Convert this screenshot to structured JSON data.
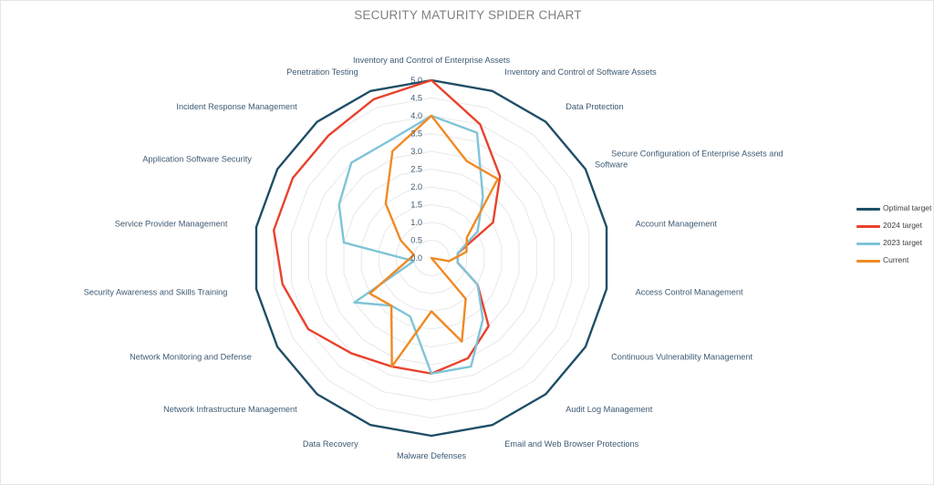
{
  "chart_title": "SECURITY MATURITY SPIDER CHART",
  "legend": {
    "position": "right",
    "items": [
      {
        "label": "Optimal target",
        "color": "#1F4E66"
      },
      {
        "label": "2024 target",
        "color": "#E8422C"
      },
      {
        "label": "2023 target",
        "color": "#7FC4D8"
      },
      {
        "label": "Current",
        "color": "#F08A24"
      }
    ]
  },
  "chart_data": {
    "type": "radar",
    "title": "SECURITY MATURITY SPIDER CHART",
    "xlabel": "",
    "ylabel": "",
    "rlim": [
      0,
      5
    ],
    "r_tick_step": 0.5,
    "grid": true,
    "r_ticks": [
      "0.0",
      "0.5",
      "1.0",
      "1.5",
      "2.0",
      "2.5",
      "3.0",
      "3.5",
      "4.0",
      "4.5",
      "5.0"
    ],
    "categories": [
      "Inventory and Control of Enterprise Assets",
      "Inventory and Control of Software Assets",
      "Data Protection",
      "Secure Configuration of Enterprise Assets and Software",
      "Account Management",
      "Access Control Management",
      "Continuous Vulnerability Management",
      "Audit Log Management",
      "Email and Web Browser Protections",
      "Malware Defenses",
      "Data Recovery",
      "Network Infrastructure Management",
      "Network Monitoring and Defense",
      "Security Awareness and Skills Training",
      "Service Provider Management",
      "Application Software Security",
      "Incident Response Management",
      "Penetration Testing"
    ],
    "series": [
      {
        "name": "Optimal target",
        "color": "#1F4E66",
        "values": [
          5,
          5,
          5,
          5,
          5,
          5,
          5,
          5,
          5,
          5,
          5,
          5,
          5,
          5,
          5,
          5,
          5,
          5
        ]
      },
      {
        "name": "2024 target",
        "color": "#E8422C",
        "values": [
          5,
          4,
          3,
          2,
          0.75,
          0.75,
          1.5,
          2.5,
          3,
          3.25,
          3.25,
          3.5,
          4,
          4.25,
          4.5,
          4.5,
          4.5,
          4.75
        ]
      },
      {
        "name": "2023 target",
        "color": "#7FC4D8",
        "values": [
          4,
          3.75,
          2.25,
          1.5,
          0.75,
          0.75,
          1.5,
          2.25,
          3.25,
          3.25,
          1.75,
          1.75,
          2.5,
          0.5,
          2.5,
          3,
          3.5,
          3.5
        ]
      },
      {
        "name": "Current",
        "color": "#F08A24",
        "values": [
          4,
          2.9,
          2.9,
          1.15,
          1,
          0.5,
          0,
          1.5,
          2.5,
          1.5,
          3.25,
          1.75,
          2,
          0.75,
          0.5,
          1,
          2,
          3.2
        ]
      }
    ]
  }
}
